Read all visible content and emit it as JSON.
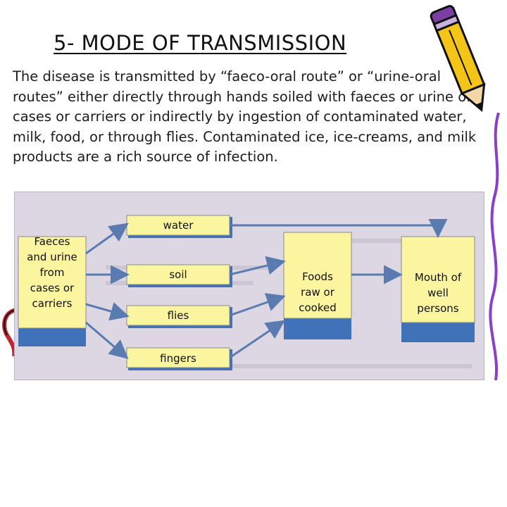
{
  "slide": {
    "title": "5- MODE OF TRANSMISSION",
    "paragraph": "The disease is transmitted by “faeco-oral route” or “urine-oral routes” either directly through hands soiled with faeces or urine of cases or carriers or indirectly by ingestion of contaminated water, milk, food, or through flies. Contaminated ice, ice-creams, and milk products are a rich source of infection."
  },
  "diagram": {
    "source": "Faeces and urine from cases or carriers",
    "vehicles": [
      "water",
      "soil",
      "flies",
      "fingers"
    ],
    "food": "Foods raw or cooked",
    "host": "Mouth of well persons"
  },
  "colors": {
    "background_panel": "#dcd7e2",
    "box_fill": "#fbf5a0",
    "box_shadow": "#3f72b8",
    "arrow": "#5a7bb0"
  }
}
